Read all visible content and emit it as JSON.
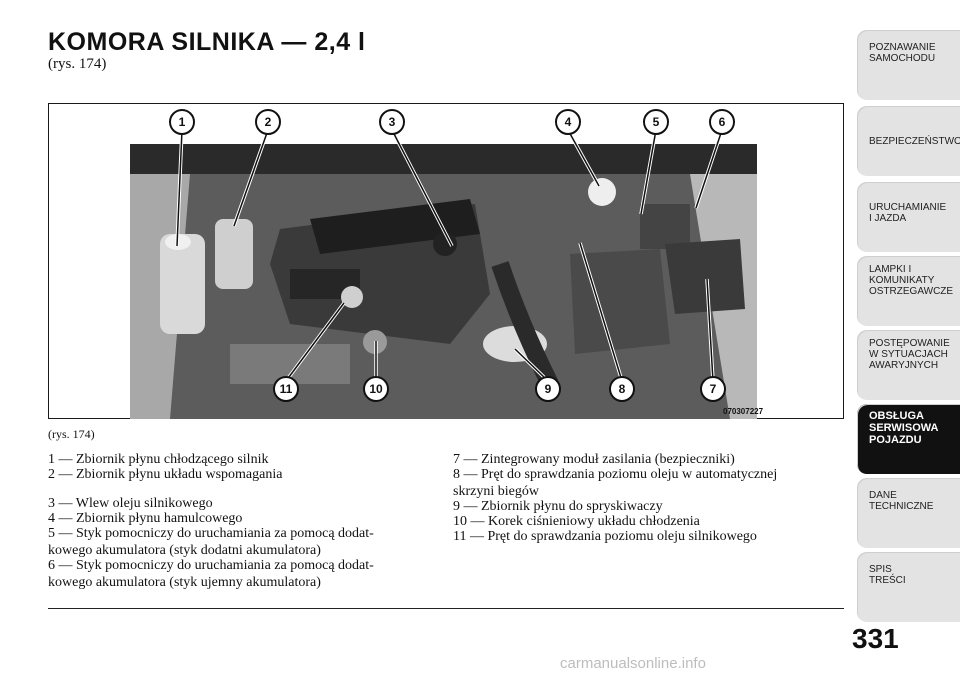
{
  "heading": {
    "title": "KOMORA SILNIKA — 2,4 l",
    "subtitle": "(rys.  174)"
  },
  "figure": {
    "caption": "(rys. 174)",
    "code": "070307227",
    "callouts_top": [
      "1",
      "2",
      "3",
      "4",
      "5",
      "6"
    ],
    "callouts_bottom": [
      "11",
      "10",
      "9",
      "8",
      "7"
    ]
  },
  "legend": {
    "left": [
      "1 — Zbiornik płynu chłodzącego silnik",
      "2 — Zbiornik płynu układu wspomagania",
      "",
      "3 — Wlew oleju silnikowego",
      "4 — Zbiornik płynu hamulcowego",
      "5 — Styk pomocniczy do uruchamiania za pomocą dodat-",
      "kowego akumulatora (styk dodatni akumulatora)",
      "6 — Styk pomocniczy do uruchamiania za pomocą dodat-",
      "kowego akumulatora (styk ujemny akumulatora)"
    ],
    "right": [
      "7 — Zintegrowany moduł zasilania (bezpieczniki)",
      "8 — Pręt do sprawdzania poziomu oleju w automatycznej",
      "skrzyni biegów",
      "9 — Zbiornik płynu do spryskiwaczy",
      "10 — Korek ciśnieniowy układu chłodzenia",
      "11 — Pręt do sprawdzania poziomu oleju silnikowego"
    ]
  },
  "sidebar": {
    "tabs": [
      {
        "label": "POZNAWANIE\nSAMOCHODU"
      },
      {
        "label": "BEZPIECZEŃSTWO"
      },
      {
        "label": "URUCHAMIANIE\nI JAZDA"
      },
      {
        "label": "LAMPKI I\nKOMUNIKATY\nOSTRZEGAWCZE"
      },
      {
        "label": "POSTĘPOWANIE\nW SYTUACJACH\nAWARYJNYCH"
      },
      {
        "label": "OBSŁUGA\nSERWISOWA\nPOJAZDU"
      },
      {
        "label": "DANE\nTECHNICZNE"
      },
      {
        "label": "SPIS\nTREŚCI"
      }
    ]
  },
  "page_number": "331",
  "watermark": "carmanualsonline.info"
}
